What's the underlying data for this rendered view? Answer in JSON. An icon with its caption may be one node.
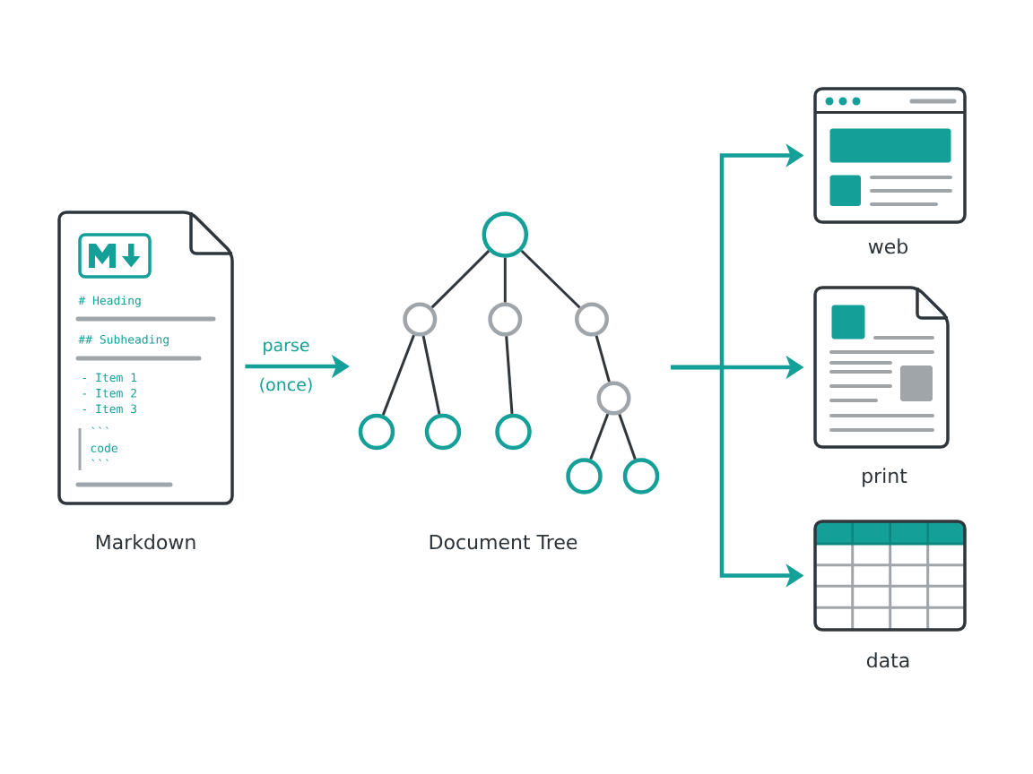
{
  "diagram": {
    "nodes": [
      {
        "text": [
          "# Heading",
          "## Subheading",
          "- Item 1",
          "- Item 2",
          "- Item 3",
          "``` code ```"
        ],
        "beside": [
          "Markdown"
        ]
      },
      {
        "text": [],
        "shape": "circle"
      },
      {
        "text": [],
        "shape": "circle"
      },
      {
        "text": [],
        "shape": "circle"
      },
      {
        "text": [],
        "shape": "circle"
      },
      {
        "text": [],
        "shape": "circle"
      },
      {
        "text": [],
        "shape": "circle"
      },
      {
        "text": [],
        "shape": "circle"
      },
      {
        "text": [],
        "shape": "circle"
      },
      {
        "text": [],
        "shape": "circle"
      },
      {
        "text": [],
        "shape": "circle"
      },
      {
        "text": [],
        "shape": "picture",
        "beside": [
          "web"
        ]
      },
      {
        "text": [],
        "shape": "picture",
        "beside": [
          "print"
        ]
      },
      {
        "text": [],
        "shape": "picture",
        "beside": [
          "data"
        ]
      }
    ],
    "edges": [
      {
        "from": 0,
        "to": null,
        "arrow": "to",
        "label": "parse (once)",
        "color": "#14a098"
      },
      {
        "from": 1,
        "to": 2,
        "arrow": "none"
      },
      {
        "from": 1,
        "to": 3,
        "arrow": "none"
      },
      {
        "from": 1,
        "to": 4,
        "arrow": "none"
      },
      {
        "from": 2,
        "to": 5,
        "arrow": "none"
      },
      {
        "from": 2,
        "to": 6,
        "arrow": "none"
      },
      {
        "from": 3,
        "to": 7,
        "arrow": "none"
      },
      {
        "from": 4,
        "to": 8,
        "arrow": "none"
      },
      {
        "from": 8,
        "to": 9,
        "arrow": "none"
      },
      {
        "from": 8,
        "to": 10,
        "arrow": "none"
      },
      {
        "from": null,
        "to": 11,
        "arrow": "to",
        "color": "#14a098"
      },
      {
        "from": null,
        "to": 12,
        "arrow": "to",
        "color": "#14a098"
      },
      {
        "from": null,
        "to": 13,
        "arrow": "to",
        "color": "#14a098"
      }
    ],
    "labels": [
      "Document Tree"
    ]
  }
}
